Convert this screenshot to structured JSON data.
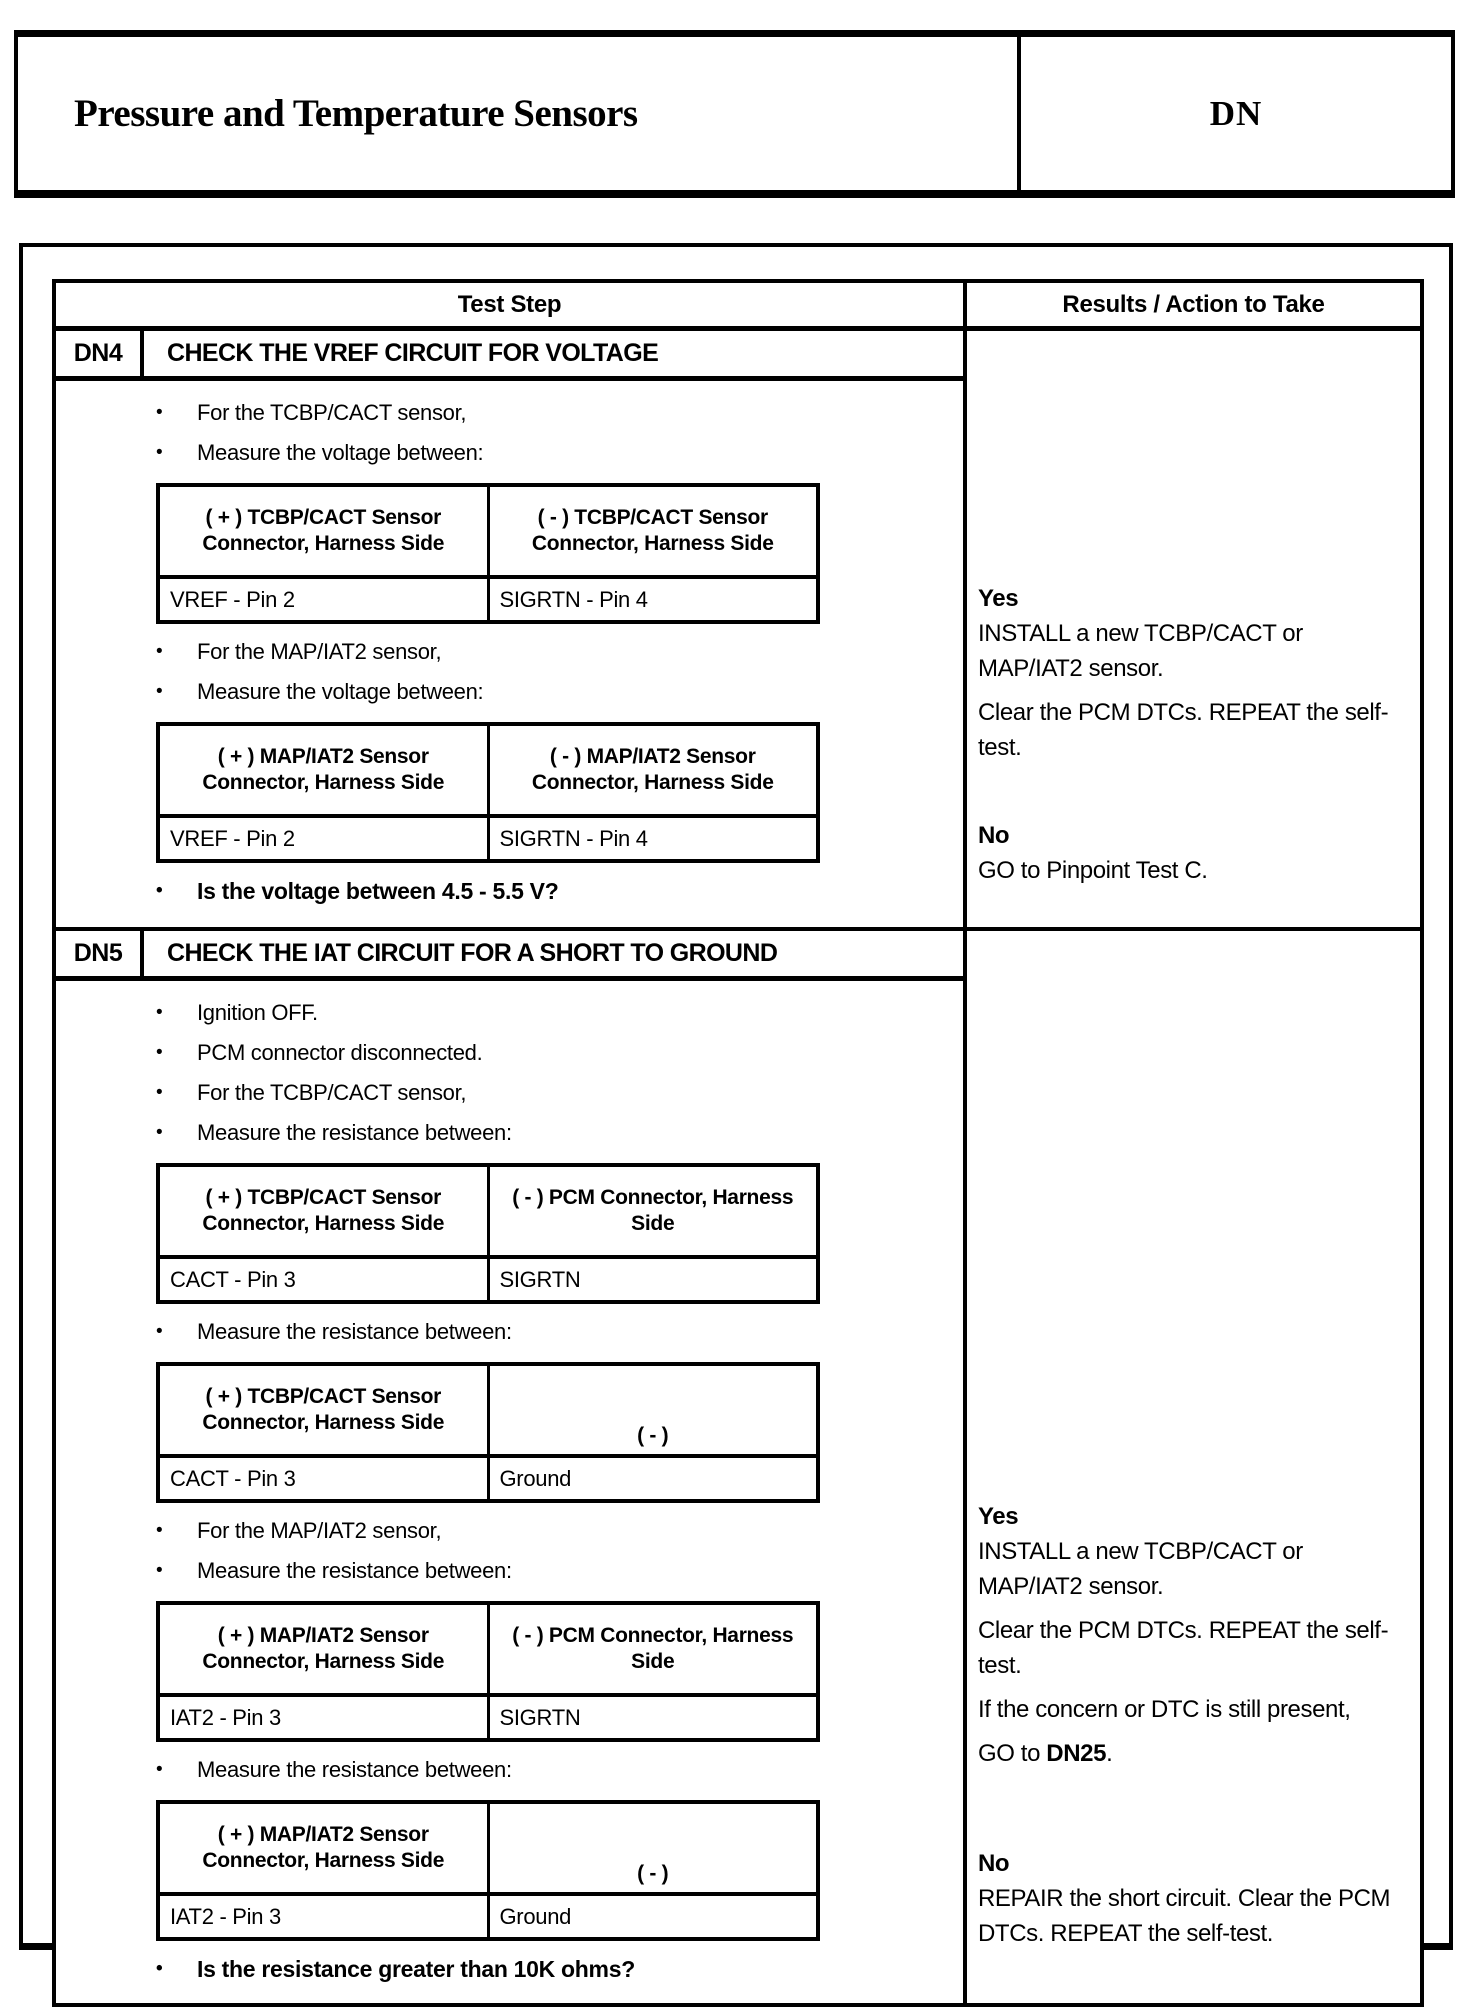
{
  "glyphs": {
    "bullet": "•"
  },
  "header": {
    "title": "Pressure and Temperature Sensors",
    "code": "DN"
  },
  "table": {
    "test_step_header": "Test Step",
    "results_header": "Results / Action to Take"
  },
  "dn4": {
    "id": "DN4",
    "title": "CHECK THE VREF CIRCUIT FOR VOLTAGE",
    "bullets_intro": [
      "For the TCBP/CACT sensor,",
      "Measure the voltage between:"
    ],
    "table1": {
      "header_pos": "( + ) TCBP/CACT Sensor Connector, Harness Side",
      "header_neg": "( - ) TCBP/CACT Sensor Connector, Harness Side",
      "cell_pos": "VREF - Pin 2",
      "cell_neg": "SIGRTN - Pin 4"
    },
    "bullets_map": [
      "For the MAP/IAT2 sensor,",
      "Measure the voltage between:"
    ],
    "table2": {
      "header_pos": "( + ) MAP/IAT2 Sensor Connector, Harness Side",
      "header_neg": "( - ) MAP/IAT2 Sensor Connector, Harness Side",
      "cell_pos": "VREF - Pin 2",
      "cell_neg": "SIGRTN - Pin 4"
    },
    "question": "Is the voltage between 4.5 - 5.5 V?",
    "results": {
      "yes_label": "Yes",
      "yes_para1": "INSTALL a new TCBP/CACT or MAP/IAT2 sensor.",
      "yes_para2": "Clear the PCM DTCs. REPEAT the self-test.",
      "no_label": "No",
      "no_para1": "GO to Pinpoint Test C."
    }
  },
  "dn5": {
    "id": "DN5",
    "title": "CHECK THE IAT CIRCUIT FOR A SHORT TO GROUND",
    "bullets_intro": [
      "Ignition OFF.",
      "PCM connector disconnected.",
      "For the TCBP/CACT sensor,",
      "Measure the resistance between:"
    ],
    "table1": {
      "header_pos": "( + ) TCBP/CACT Sensor Connector, Harness Side",
      "header_neg": "( - ) PCM Connector, Harness Side",
      "cell_pos": "CACT - Pin 3",
      "cell_neg": "SIGRTN"
    },
    "bullet_measure2": "Measure the resistance between:",
    "table2": {
      "header_pos": "( + ) TCBP/CACT Sensor Connector, Harness Side",
      "header_neg": "( - )",
      "cell_pos": "CACT - Pin 3",
      "cell_neg": "Ground"
    },
    "bullets_map": [
      "For the MAP/IAT2 sensor,",
      "Measure the resistance between:"
    ],
    "table3": {
      "header_pos": "( + ) MAP/IAT2 Sensor Connector, Harness Side",
      "header_neg": "( - ) PCM Connector, Harness Side",
      "cell_pos": "IAT2 - Pin 3",
      "cell_neg": "SIGRTN"
    },
    "bullet_measure4": "Measure the resistance between:",
    "table4": {
      "header_pos": "( + ) MAP/IAT2 Sensor Connector, Harness Side",
      "header_neg": "( - )",
      "cell_pos": "IAT2 - Pin 3",
      "cell_neg": "Ground"
    },
    "question": "Is the resistance greater than 10K ohms?",
    "results": {
      "yes_label": "Yes",
      "yes_para1": "INSTALL a new TCBP/CACT or MAP/IAT2 sensor.",
      "yes_para2": "Clear the PCM DTCs. REPEAT the self-test.",
      "yes_para3": "If the concern or DTC is still present,",
      "go_prefix": "GO to  ",
      "go_target": "DN25",
      "go_suffix": ".",
      "no_label": "No",
      "no_para1": "REPAIR the short circuit. Clear the PCM DTCs. REPEAT the self-test."
    }
  }
}
